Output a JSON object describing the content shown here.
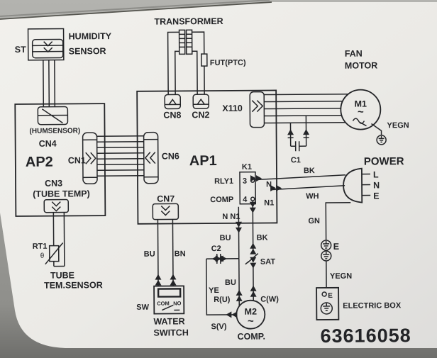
{
  "part_number": "63616058",
  "colors": {
    "ink": "#232427",
    "paper": "#efeeea",
    "photo_bg": "#a8a8a4",
    "accent": "none"
  },
  "humidity_sensor": {
    "st": "ST",
    "line1": "HUMIDITY",
    "line2": "SENSOR"
  },
  "transformer": {
    "label": "TRANSFORMER",
    "fuse": "FUT(PTC)"
  },
  "ap2": {
    "label": "AP2",
    "humsensor": "(HUMSENSOR)",
    "cn4": "CN4",
    "cn1": "CN1",
    "cn3": "CN3",
    "tube_temp": "(TUBE TEMP)"
  },
  "tube_sensor": {
    "rt1": "RT1",
    "theta": "θ",
    "line1": "TUBE",
    "line2": "TEM.SENSOR"
  },
  "ap1": {
    "label": "AP1",
    "cn8": "CN8",
    "cn2": "CN2",
    "x110": "X110",
    "cn6": "CN6",
    "cn7": "CN7",
    "relay": {
      "k1": "K1",
      "rly1": "RLY1",
      "comp": "COMP",
      "t3": "3",
      "t4": "4",
      "n": "N",
      "n1": "N1",
      "nn1": "N N1"
    }
  },
  "fan_motor": {
    "line1": "FAN",
    "line2": "MOTOR",
    "m1": "M1",
    "tilde": "~",
    "yegn": "YEGN",
    "c1": "C1"
  },
  "compressor": {
    "m2": "M2",
    "tilde": "~",
    "label": "COMP.",
    "c2": "C2",
    "sat": "SAT",
    "r_u": "R(U)",
    "c_w": "C(W)",
    "s_v": "S(V)"
  },
  "water_switch": {
    "sw": "SW",
    "com": "COM",
    "no": "NO",
    "line1": "WATER",
    "line2": "SWITCH"
  },
  "wires": {
    "bk": "BK",
    "wh": "WH",
    "gn": "GN",
    "bu": "BU",
    "bn": "BN",
    "ye": "YE",
    "yegn": "YEGN"
  },
  "power": {
    "label": "POWER",
    "l": "L",
    "n": "N",
    "e": "E"
  },
  "ground": {
    "e": "E"
  },
  "electric_box": {
    "label": "ELECTRIC BOX",
    "e": "E"
  }
}
